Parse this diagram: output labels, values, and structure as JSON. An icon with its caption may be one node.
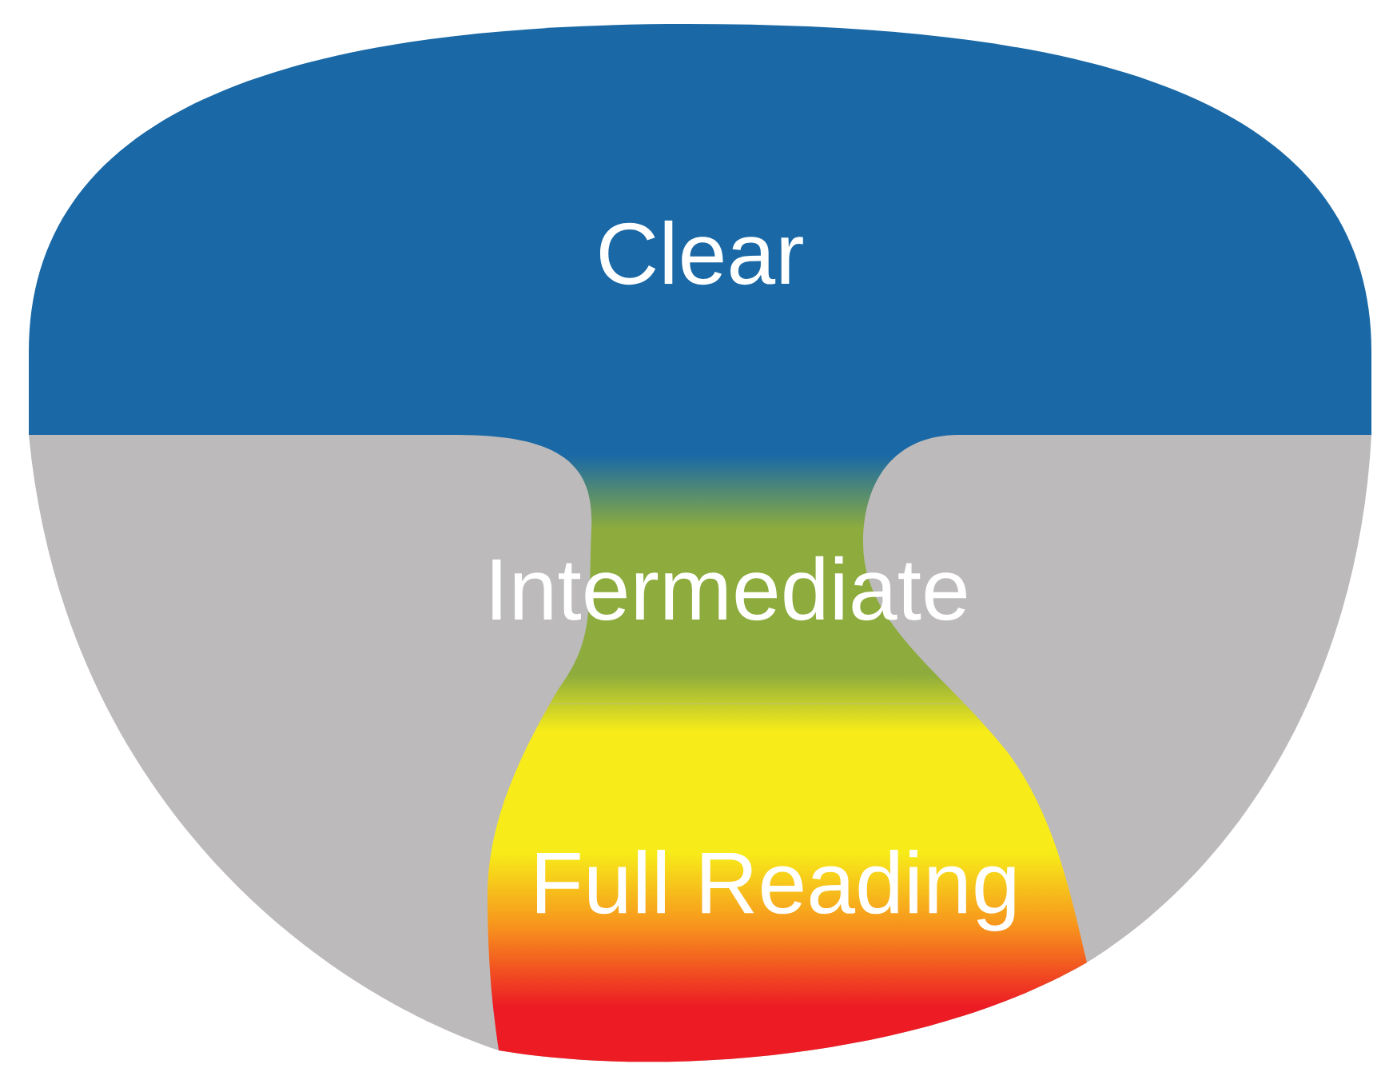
{
  "diagram": {
    "nodes": [
      {
        "text": [
          "Clear"
        ]
      },
      {
        "text": [
          "Intermediate"
        ]
      },
      {
        "text": [
          "Full Reading"
        ]
      }
    ]
  }
}
